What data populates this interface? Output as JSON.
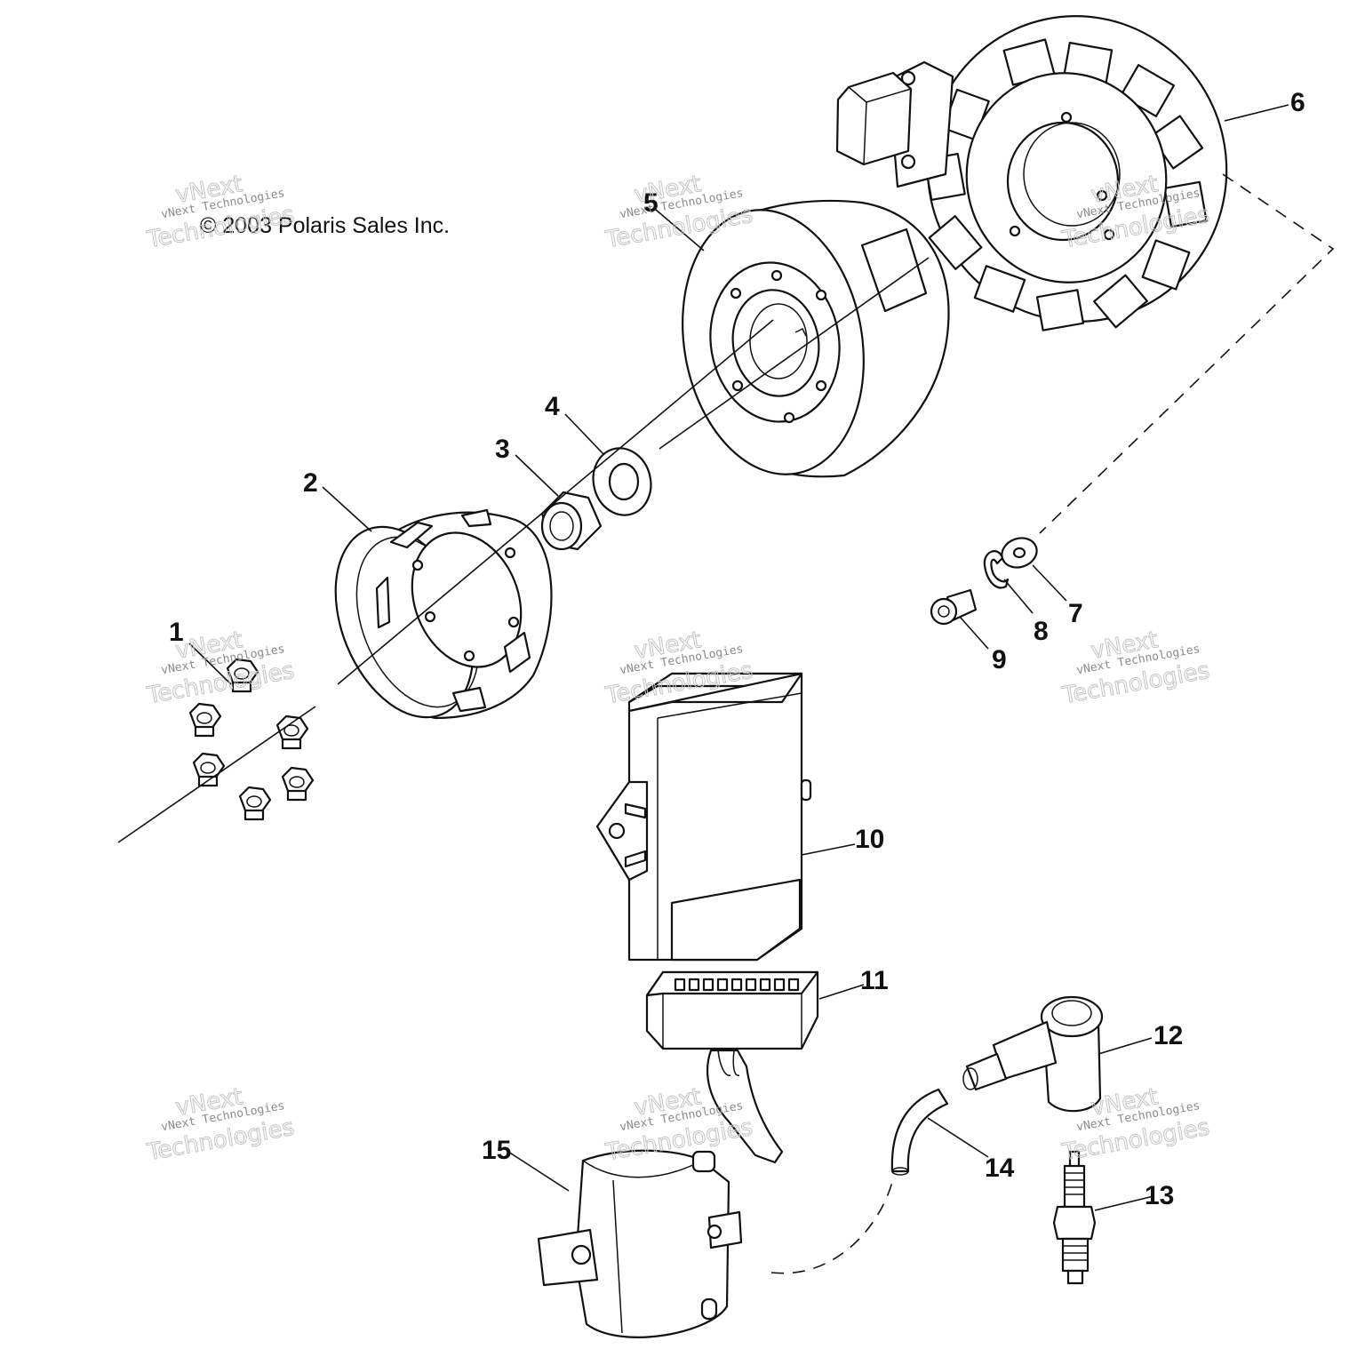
{
  "copyright": "© 2003 Polaris Sales Inc.",
  "watermark": {
    "line1": "vNext",
    "line2": "vNext Technologies",
    "line3": "Technologies"
  },
  "callouts": {
    "c1": "1",
    "c2": "2",
    "c3": "3",
    "c4": "4",
    "c5": "5",
    "c6": "6",
    "c7": "7",
    "c8": "8",
    "c9": "9",
    "c10": "10",
    "c11": "11",
    "c12": "12",
    "c13": "13",
    "c14": "14",
    "c15": "15"
  }
}
